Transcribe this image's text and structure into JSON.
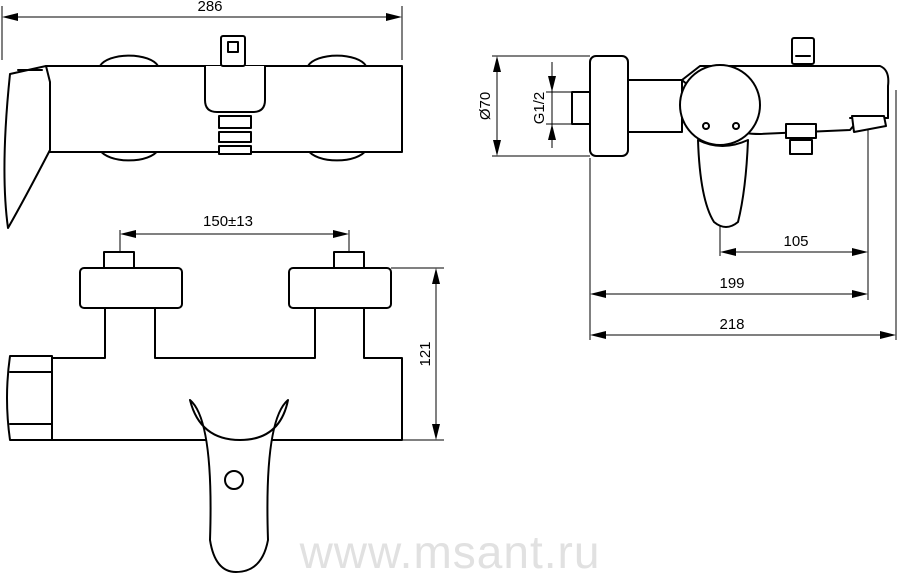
{
  "dimensions": {
    "overall_width": "286",
    "connection_centers": "150±13",
    "body_height": "121",
    "wall_flange_diameter": "Ø70",
    "thread": "G1/2",
    "spout_projection": "105",
    "handle_projection": "199",
    "total_projection": "218"
  },
  "watermark": "www.msant.ru"
}
